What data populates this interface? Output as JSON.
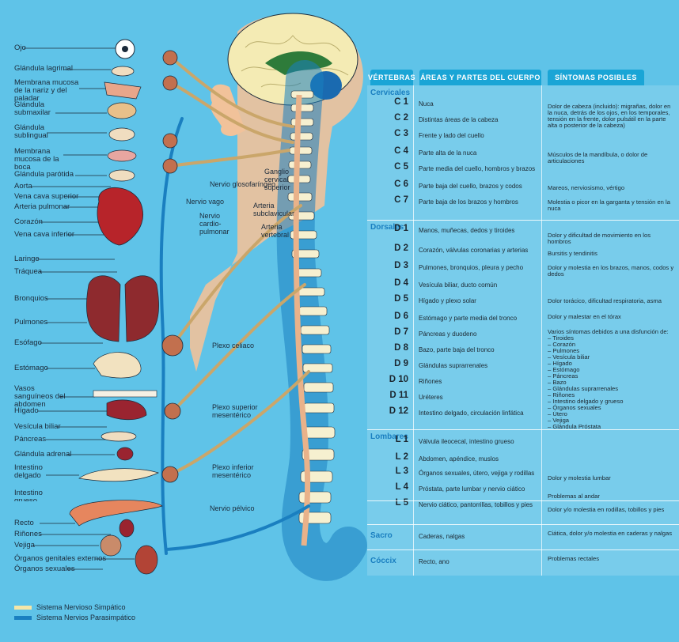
{
  "colors": {
    "background": "#5fc3e8",
    "sympathetic": "#f5e6a8",
    "parasympathetic": "#1a7fc0",
    "header": "#1aa5d6",
    "section_title": "#1a7fc0"
  },
  "organ_labels": [
    "Ojo",
    "Glándula lagrimal",
    "Membrana mucosa de la nariz y del paladar",
    "Glándula submaxilar",
    "Glándula sublingual",
    "Membrana mucosa de la boca",
    "Glándula parótida",
    "Aorta",
    "Vena cava superior",
    "Arteria pulmonar",
    "Corazón",
    "Vena cava inferior",
    "Laringe",
    "Tráquea",
    "Bronquios",
    "Pulmones",
    "Esófago",
    "Estómago",
    "Vasos sanguíneos del abdomen",
    "Hígado",
    "Vesícula biliar",
    "Páncreas",
    "Glándula adrenal",
    "Intestino delgado",
    "Intestino grueso",
    "Recto",
    "Riñones",
    "Vejiga",
    "Órganos genitales externos",
    "Órganos sexuales"
  ],
  "nerve_labels": {
    "glosofaringeo": "Nervio glosofaríngeo",
    "vago": "Nervio vago",
    "cardio": "Nervio cardio-pulmonar",
    "ganglio": "Ganglio cervical superior",
    "subclavicular": "Arteria subclavicular",
    "vertebral": "Arteria vertebral",
    "celiaco": "Plexo celiaco",
    "superior": "Plexo superior mesentérico",
    "inferior": "Plexo inferior mesentérico",
    "pelvico": "Nervio pélvico"
  },
  "table": {
    "headers": [
      "VÉRTEBRAS",
      "ÁREAS Y PARTES DEL CUERPO",
      "SÍNTOMAS POSIBLES"
    ],
    "sections": [
      {
        "title": "Cervicales",
        "rows": [
          {
            "v": "C 1",
            "area": "Nuca"
          },
          {
            "v": "C 2",
            "area": "Distintas áreas de la cabeza"
          },
          {
            "v": "C 3",
            "area": "Frente y lado del cuello"
          },
          {
            "v": "C 4",
            "area": "Parte alta de la nuca"
          },
          {
            "v": "C 5",
            "area": "Parte media del cuello, hombros y brazos"
          },
          {
            "v": "C 6",
            "area": "Parte baja del cuello, brazos y codos"
          },
          {
            "v": "C 7",
            "area": "Parte baja de los brazos y hombros"
          }
        ]
      },
      {
        "title": "Dorsales",
        "rows": [
          {
            "v": "D 1",
            "area": "Manos, muñecas, dedos y tiroides"
          },
          {
            "v": "D 2",
            "area": "Corazón, válvulas coronarias y arterias"
          },
          {
            "v": "D 3",
            "area": "Pulmones, bronquios, pleura y pecho"
          },
          {
            "v": "D 4",
            "area": "Vesícula biliar, ducto común"
          },
          {
            "v": "D 5",
            "area": "Hígado y plexo solar"
          },
          {
            "v": "D 6",
            "area": "Estómago y parte media del tronco"
          },
          {
            "v": "D 7",
            "area": "Páncreas y duodeno"
          },
          {
            "v": "D 8",
            "area": "Bazo, parte baja del tronco"
          },
          {
            "v": "D 9",
            "area": "Glándulas suprarrenales"
          },
          {
            "v": "D 10",
            "area": "Riñones"
          },
          {
            "v": "D 11",
            "area": "Uréteres"
          },
          {
            "v": "D 12",
            "area": "Intestino delgado, circulación linfática"
          }
        ]
      },
      {
        "title": "Lombares",
        "rows": [
          {
            "v": "L 1",
            "area": "Válvula ileocecal, intestino grueso"
          },
          {
            "v": "L 2",
            "area": "Abdomen, apéndice, muslos"
          },
          {
            "v": "L 3",
            "area": "Órganos sexuales, útero, vejiga y rodillas"
          },
          {
            "v": "L 4",
            "area": "Próstata, parte lumbar y nervio ciático"
          },
          {
            "v": "L 5",
            "area": "Nervio ciático, pantorrillas, tobillos y pies"
          }
        ]
      },
      {
        "title": "Sacro",
        "rows": [
          {
            "v": "",
            "area": "Caderas, nalgas"
          }
        ]
      },
      {
        "title": "Cóccix",
        "rows": [
          {
            "v": "",
            "area": "Recto, ano"
          }
        ]
      }
    ],
    "symptoms": [
      "Dolor de cabeza (incluido): migrañas, dolor en la nuca, detrás de los ojos, en los temporales, tensión en la frente, dolor pulsátil en la parte alta o posterior de la cabeza)",
      "Músculos de la mandíbula, o dolor de articulaciones",
      "Mareos, nerviosismo, vértigo",
      "Molestia o picor en la garganta y tensión en la nuca",
      "Dolor y dificultad de movimiento en los hombros",
      "Bursitis y tendinitis",
      "Dolor y molestia en los brazos, manos, codos y dedos",
      "Dolor torácico, dificultad respiratoria, asma",
      "Dolor y malestar en el tórax",
      "Varios síntomas debidos a una disfunción de:\n– Tiroides\n– Corazón\n– Pulmones\n– Vesícula biliar\n– Hígado\n– Estómago\n– Páncreas\n– Bazo\n– Glándulas suprarrenales\n– Riñones\n– Intestino delgado y grueso\n– Órganos sexuales\n– Útero\n– Vejiga\n– Glándula Próstata",
      "Dolor y molestia lumbar",
      "Problemas al andar",
      "Dolor y/o molestia en rodillas, tobillos y pies",
      "Ciática, dolor y/o molestia en caderas y nalgas",
      "Problemas rectales"
    ]
  },
  "legend": [
    {
      "label": "Sistema Nervioso Simpático",
      "color": "#f5e6a8"
    },
    {
      "label": "Sistema Nervios Parasimpático",
      "color": "#1a7fc0"
    }
  ]
}
